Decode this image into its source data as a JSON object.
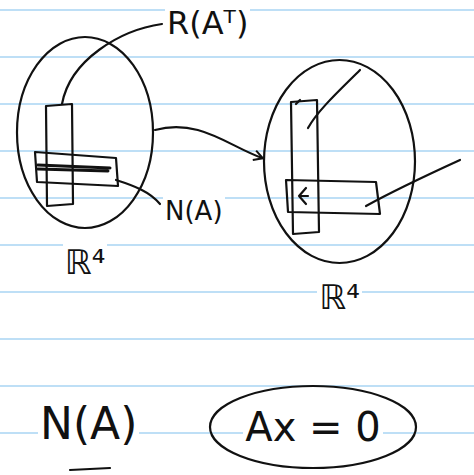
{
  "diagram": {
    "nodes": [
      {
        "text": [
          "ℝ⁴"
        ]
      },
      {
        "text": [
          "ℝ⁴"
        ]
      },
      {
        "text": [
          "Ax = 0"
        ]
      }
    ],
    "edges": [
      {
        "from": 0,
        "to": 1,
        "arrow": "to"
      }
    ],
    "labels": [
      "R(Aᵀ)",
      "N(A)",
      "N(A)"
    ]
  }
}
